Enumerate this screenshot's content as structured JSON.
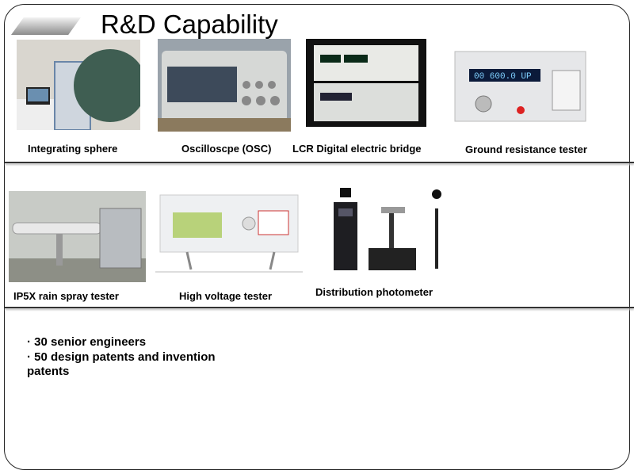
{
  "title": "R&D Capability",
  "equipment": [
    {
      "label": "Integrating sphere"
    },
    {
      "label": "Oscilloscpe (OSC)"
    },
    {
      "label": "LCR Digital electric bridge"
    },
    {
      "label": "Ground resistance tester"
    },
    {
      "label": "IP5X rain spray tester"
    },
    {
      "label": "High voltage tester"
    },
    {
      "label": "Distribution photometer"
    }
  ],
  "bullets": [
    "· 30 senior engineers",
    "· 50 design patents and invention patents"
  ]
}
